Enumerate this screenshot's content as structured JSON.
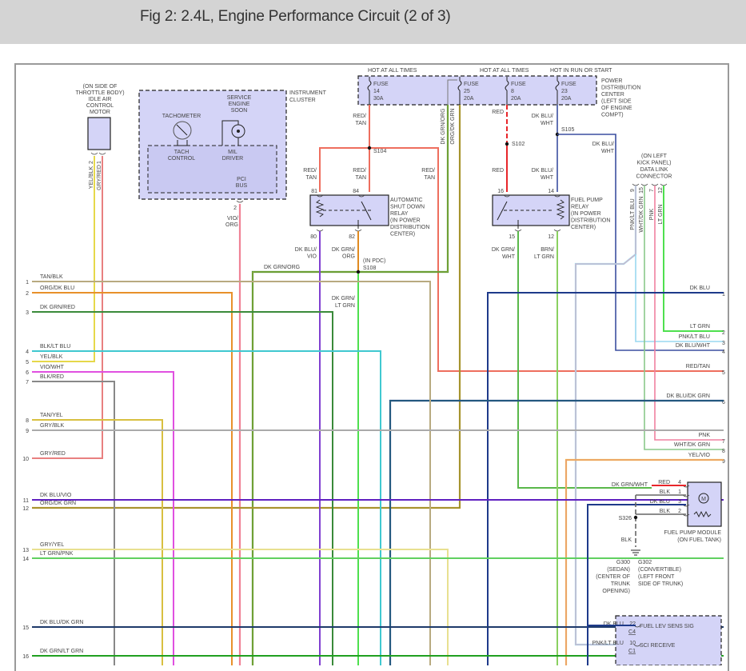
{
  "header": {
    "title": "Fig 2: 2.4L, Engine Performance Circuit (2 of 3)"
  },
  "power_distribution_center": {
    "label": [
      "POWER",
      "DISTRIBUTION",
      "CENTER",
      "(LEFT SIDE",
      "OF ENGINE",
      "COMPT)"
    ],
    "hot_labels": [
      "HOT AT ALL TIMES",
      "HOT AT ALL TIMES",
      "HOT IN RUN OR START"
    ],
    "fuses": [
      {
        "label": "FUSE",
        "number": "14",
        "rating": "30A"
      },
      {
        "label": "FUSE",
        "number": "25",
        "rating": "20A"
      },
      {
        "label": "FUSE",
        "number": "8",
        "rating": "20A"
      },
      {
        "label": "FUSE",
        "number": "23",
        "rating": "20A"
      }
    ]
  },
  "idle_air_control_motor": {
    "label": [
      "(ON SIDE OF",
      "THROTTLE BODY)",
      "IDLE AIR",
      "CONTROL",
      "MOTOR"
    ],
    "pins": [
      {
        "pin": "2",
        "wire": "YEL/BLK"
      },
      {
        "pin": "1",
        "wire": "GRY/RED"
      }
    ]
  },
  "instrument_cluster": {
    "label": [
      "INSTRUMENT",
      "CLUSTER"
    ],
    "tachometer": "TACHOMETER",
    "service_engine_soon": [
      "SERVICE",
      "ENGINE",
      "SOON"
    ],
    "tach_control": [
      "TACH",
      "CONTROL"
    ],
    "mil_driver": [
      "MIL",
      "DRIVER"
    ],
    "pci_bus": [
      "PCI",
      "BUS"
    ],
    "pin": "2",
    "wire": [
      "VIO/",
      "ORG"
    ]
  },
  "asd_relay": {
    "label": [
      "AUTOMATIC",
      "SHUT DOWN",
      "RELAY",
      "(IN POWER",
      "DISTRIBUTION",
      "CENTER)"
    ],
    "pins": [
      "81",
      "84",
      "80",
      "82"
    ],
    "wires": {
      "p81": [
        "RED/",
        "TAN"
      ],
      "p84": [
        "RED/",
        "TAN"
      ],
      "right": [
        "RED/",
        "TAN"
      ],
      "fuse14": [
        "RED/",
        "TAN"
      ],
      "p80": [
        "DK BLU/",
        "VIO"
      ],
      "p82": [
        "DK GRN/",
        "ORG"
      ],
      "below_s108": [
        "DK GRN/",
        "LT GRN"
      ]
    }
  },
  "fuel_pump_relay": {
    "label": [
      "FUEL PUMP",
      "RELAY",
      "(IN POWER",
      "DISTRIBUTION",
      "CENTER)"
    ],
    "pins": [
      "16",
      "14",
      "15",
      "12"
    ],
    "wires": {
      "red_top": "RED",
      "red_bottom": "RED",
      "dkbluwht_top": [
        "DK BLU/",
        "WHT"
      ],
      "dkbluwht_bottom": [
        "DK BLU/",
        "WHT"
      ],
      "dkbluwht_right": [
        "DK BLU/",
        "WHT"
      ],
      "p15": [
        "DK GRN/",
        "WHT"
      ],
      "p12": [
        "BRN/",
        "LT GRN"
      ]
    }
  },
  "splices": {
    "s104": "S104",
    "s102": "S102",
    "s105": "S105",
    "s108": "S108",
    "s108_note": "(IN PDC)",
    "s326": "S326"
  },
  "vertical_wires": {
    "dkgrnorg": "DK GRN/ORG",
    "orgdkgrn": "ORG/DK GRN",
    "dkgrnorg_horiz": "DK GRN/ORG"
  },
  "data_link_connector": {
    "label": [
      "(ON LEFT",
      "KICK PANEL)",
      "DATA LINK",
      "CONNECTOR"
    ],
    "pins": [
      {
        "pin": "9",
        "wire": "PNK/LT BLU"
      },
      {
        "pin": "15",
        "wire": "WHT/DK GRN"
      },
      {
        "pin": "7",
        "wire": "PNK"
      },
      {
        "pin": "12",
        "wire": "LT GRN"
      }
    ]
  },
  "left_connector": [
    {
      "pin": "1",
      "wire": "TAN/BLK"
    },
    {
      "pin": "2",
      "wire": "ORG/DK BLU"
    },
    {
      "pin": "3",
      "wire": "DK GRN/RED"
    },
    {
      "pin": "4",
      "wire": "BLK/LT BLU"
    },
    {
      "pin": "5",
      "wire": "YEL/BLK"
    },
    {
      "pin": "6",
      "wire": "VIO/WHT"
    },
    {
      "pin": "7",
      "wire": "BLK/RED"
    },
    {
      "pin": "8",
      "wire": "TAN/YEL"
    },
    {
      "pin": "9",
      "wire": "GRY/BLK"
    },
    {
      "pin": "10",
      "wire": "GRY/RED"
    },
    {
      "pin": "11",
      "wire": "DK BLU/VIO"
    },
    {
      "pin": "12",
      "wire": "ORG/DK GRN"
    },
    {
      "pin": "13",
      "wire": "GRY/YEL"
    },
    {
      "pin": "14",
      "wire": "LT GRN/PNK"
    },
    {
      "pin": "15",
      "wire": "DK BLU/DK GRN"
    },
    {
      "pin": "16",
      "wire": "DK GRN/LT GRN"
    }
  ],
  "right_connector": [
    {
      "pin": "1",
      "wire": "DK BLU"
    },
    {
      "pin": "2",
      "wire": "LT GRN"
    },
    {
      "pin": "3",
      "wire": "PNK/LT BLU"
    },
    {
      "pin": "4",
      "wire": "DK BLU/WHT"
    },
    {
      "pin": "5",
      "wire": "RED/TAN"
    },
    {
      "pin": "6",
      "wire": "DK BLU/DK GRN"
    },
    {
      "pin": "7",
      "wire": "PNK"
    },
    {
      "pin": "8",
      "wire": "WHT/DK GRN"
    },
    {
      "pin": "9",
      "wire": "YEL/VIO"
    }
  ],
  "fuel_pump_module": {
    "label": [
      "FUEL PUMP MODULE",
      "(ON FUEL TANK)"
    ],
    "input_wire": "DK GRN/WHT",
    "pins": [
      {
        "pin": "4",
        "wire": "RED"
      },
      {
        "pin": "1",
        "wire": "BLK"
      },
      {
        "pin": "3",
        "wire": "DK BLU"
      },
      {
        "pin": "2",
        "wire": "BLK"
      }
    ],
    "ground_wire": "BLK",
    "motor_symbol": "M",
    "grounds": {
      "g300": [
        "G300",
        "(SEDAN)",
        "(CENTER OF",
        "TRUNK",
        "OPENING)"
      ],
      "g302": [
        "G302",
        "(CONVERTIBLE)",
        "(LEFT FRONT",
        "SIDE OF TRUNK)"
      ]
    }
  },
  "pcm_module": {
    "rows": [
      {
        "wire": "DK BLU",
        "pin": "22",
        "connector": "C4",
        "signal": "FUEL LEV SENS SIG"
      },
      {
        "wire": "PNK/LT BLU",
        "pin": "10",
        "connector": "C1",
        "signal": "SCI RECEIVE"
      }
    ]
  },
  "colors": {
    "component_fill": "#d4d4f7",
    "red_tan": "#ee6e5e",
    "red": "#e8262a",
    "dk_blu": "#1e3a8a",
    "dk_blu_wht": "#3b4fa0",
    "lt_grn": "#4ee04e",
    "dk_grn": "#2e8b2e",
    "pnk": "#f080a0",
    "vio": "#e040e0",
    "yel": "#e6d84a"
  }
}
